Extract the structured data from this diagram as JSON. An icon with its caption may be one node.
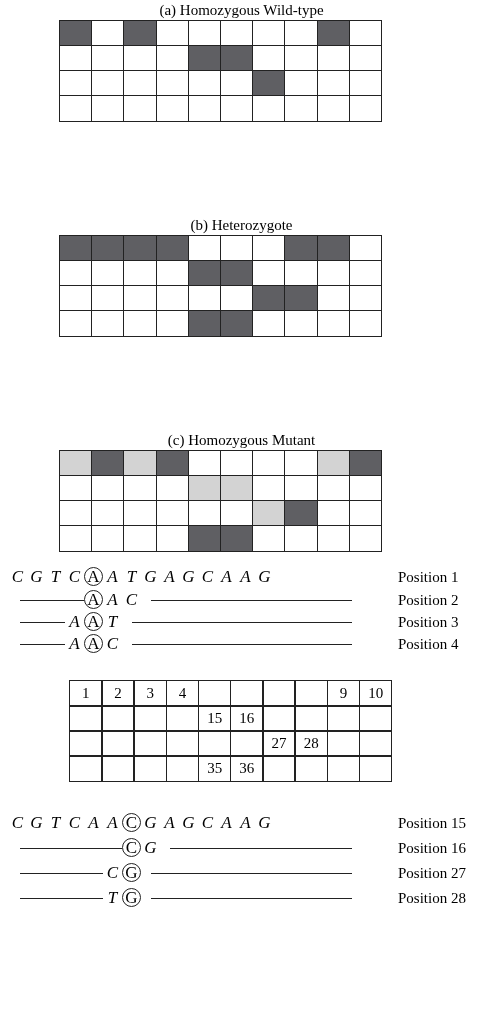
{
  "diagram": {
    "labels": [
      "(a) Homozygous Wild-type",
      "(b) Heterozygote",
      "(c) Homozygous Mutant",
      "C G T C A A T G A G C A A G",
      "Position 1",
      "A A C",
      "Position 2",
      "A A T",
      "Position 3",
      "A A C",
      "Position 4",
      "1",
      "2",
      "3",
      "4",
      "9",
      "10",
      "15",
      "16",
      "27",
      "28",
      "35",
      "36",
      "C G T C A A C G A G C A A G",
      "Position 15",
      "C G",
      "Position 16",
      "C G",
      "Position 27",
      "T G",
      "Position 28"
    ]
  }
}
